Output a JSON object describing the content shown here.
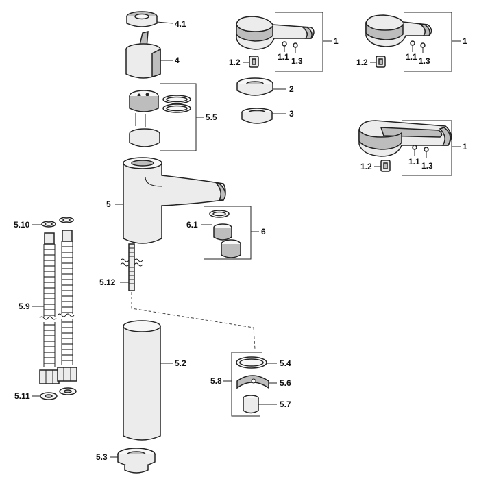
{
  "diagram": {
    "labels": {
      "l4_1": "4.1",
      "l4": "4",
      "l5_5": "5.5",
      "l5": "5",
      "l6_1": "6.1",
      "l6": "6",
      "l5_10": "5.10",
      "l5_9": "5.9",
      "l5_11": "5.11",
      "l5_12": "5.12",
      "l5_2": "5.2",
      "l5_3": "5.3",
      "l5_4": "5.4",
      "l5_8": "5.8",
      "l5_6": "5.6",
      "l5_7": "5.7",
      "l1_a": "1",
      "l1_2a": "1.2",
      "l1_1a": "1.1",
      "l1_3a": "1.3",
      "l2": "2",
      "l3": "3",
      "l1_b": "1",
      "l1_2b": "1.2",
      "l1_1b": "1.1",
      "l1_3b": "1.3",
      "l1_c": "1",
      "l1_2c": "1.2",
      "l1_1c": "1.1",
      "l1_3c": "1.3"
    }
  }
}
